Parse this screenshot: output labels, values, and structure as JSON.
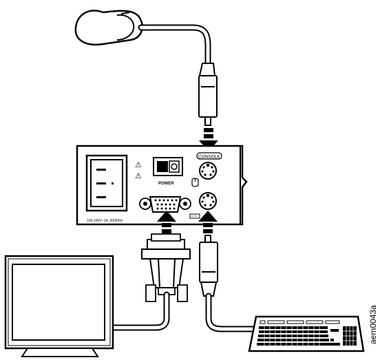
{
  "unit_panel": {
    "power_label": "POWER",
    "rating_label": "100-240V~1A, 50/60Hz",
    "console_label": "CONSOLE",
    "warning_symbol": "⚠"
  },
  "figure_id": "aem0043a",
  "icons": {
    "mouse_port_icon": "mouse-icon",
    "keyboard_port_icon": "keyboard-icon"
  }
}
